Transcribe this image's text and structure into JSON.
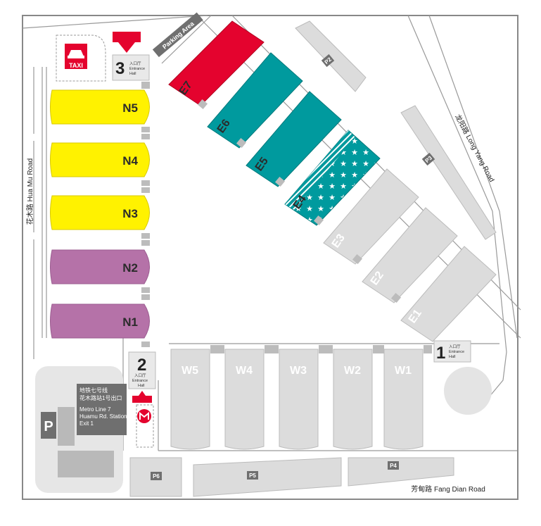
{
  "colors": {
    "north_hall_yellow": "#fff200",
    "north_hall_purple": "#b572a8",
    "east_hall_red": "#e4032e",
    "east_hall_teal": "#009a9e",
    "hall_grey": "#dcdcdc",
    "hall_grey_dark": "#bcbcbc",
    "entrance_red": "#e4032e",
    "parking_grey": "#d9d9d9",
    "road_line": "#888888",
    "metro_box": "#6f6f6f",
    "metro_logo": "#e4032e",
    "taxi_red": "#e4032e"
  },
  "halls": {
    "north": [
      "N5",
      "N4",
      "N3",
      "N2",
      "N1"
    ],
    "east": [
      "E7",
      "E6",
      "E5",
      "E4",
      "E3",
      "E2",
      "E1"
    ],
    "west": [
      "W5",
      "W4",
      "W3",
      "W2",
      "W1"
    ]
  },
  "parking": [
    "P2",
    "P3",
    "P4",
    "P5",
    "P6"
  ],
  "big_parking_label": "P",
  "parking_area_label": "Parking Area",
  "entrances": [
    {
      "number": "1",
      "label_cn": "入口厅",
      "label_en_1": "Entrance",
      "label_en_2": "Hall"
    },
    {
      "number": "2",
      "label_cn": "入口厅",
      "label_en_1": "Entrance",
      "label_en_2": "Hall"
    },
    {
      "number": "3",
      "label_cn": "入口厅",
      "label_en_1": "Entrance",
      "label_en_2": "Hall"
    }
  ],
  "taxi": {
    "label": "TAXI",
    "icon": "taxi-icon"
  },
  "metro": {
    "icon": "metro-icon",
    "line_cn_1": "地铁七号线",
    "line_cn_2": "花木路站1号出口",
    "line_en_1": "Metro Line 7",
    "line_en_2": "Huamu Rd. Station",
    "line_en_3": "Exit 1"
  },
  "roads": {
    "west": "花木路 Hua Mu Road",
    "east": "龙阳路 Long Yang Road",
    "south": "芳甸路 Fang Dian Road"
  }
}
